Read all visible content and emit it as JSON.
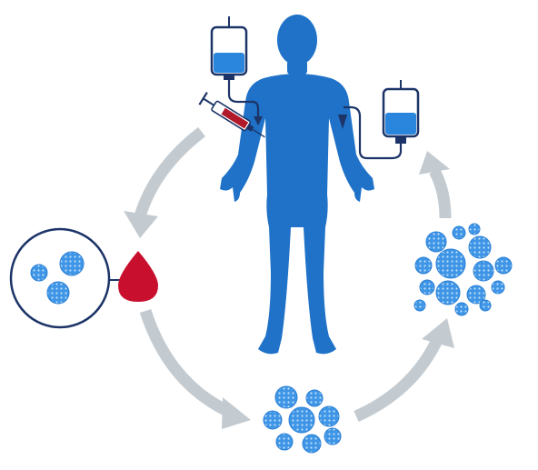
{
  "colors": {
    "body": "#1f72c8",
    "body_dark": "#155fad",
    "cell": "#3f95e6",
    "cell_light": "#bfe0fb",
    "cell_outline": "#2a7fd4",
    "arrow": "#c3cbd1",
    "blood": "#c8102e",
    "magnifier_ring": "#1c3468",
    "bag_outline": "#1c3468",
    "bag_fluid": "#2a85dd",
    "syringe": "#b01a2a"
  },
  "icons": {
    "human": "human-silhouette-icon",
    "iv_bag": "iv-bag-icon",
    "syringe": "syringe-icon",
    "blood_drop": "blood-drop-icon",
    "magnifier": "magnifier-circle-icon",
    "cell": "cell-icon",
    "arrow": "curved-arrow-icon"
  },
  "cycle": {
    "stages": [
      {
        "id": "blood-draw",
        "icon": "syringe-icon"
      },
      {
        "id": "cell-isolation",
        "icon": "blood-drop-icon"
      },
      {
        "id": "cell-culture",
        "icon": "cell-icon"
      },
      {
        "id": "cell-expansion",
        "icon": "cell-icon"
      },
      {
        "id": "reinfusion",
        "icon": "iv-bag-icon"
      }
    ],
    "arrow_count": 4
  }
}
